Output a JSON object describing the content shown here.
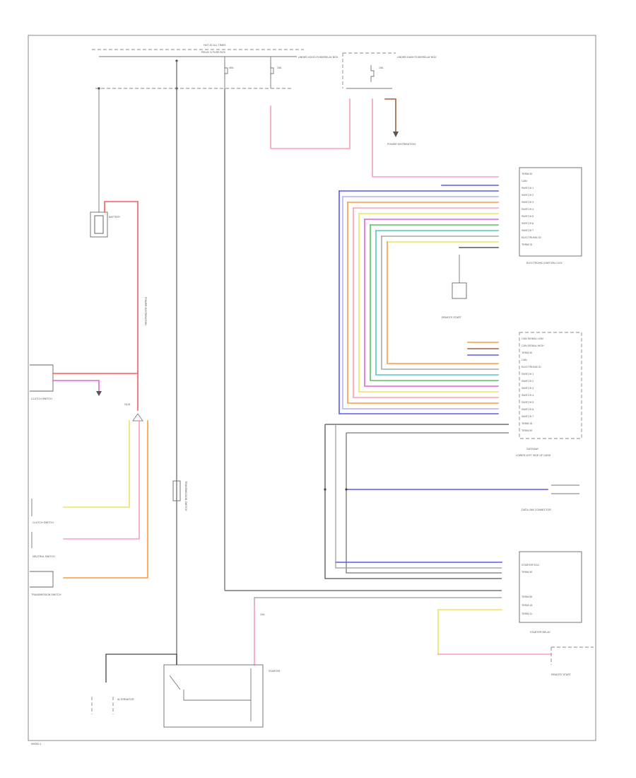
{
  "diagram": {
    "footer_code": "W0000-1",
    "hot_bus_label": "HOT AT ALL TIMES",
    "under_hood_box_label": "RELAY & FUSE BOX",
    "fuse_labels": [
      "40A",
      "10A",
      "15A",
      "10A"
    ],
    "relay_box_label": "UNDER-HOOD FUSE/RELAY BOX",
    "right_relay_label": "UNDER-DASH FUSE/RELAY BOX",
    "power_dist_label": "POWER DISTRIBUTION",
    "battery_label": "BATTERY",
    "alternator_label": "ALTERNATOR",
    "starter_label": "STARTER",
    "starter_relay_label": "STARTER RELAY",
    "ecm_label": "ELECTRONIC IGNITION LOCK",
    "gateway_label": "GATEWAY",
    "gateway_location": "LOWER LEFT SIDE OF DASH",
    "clutch_switch_label": "CLUTCH SWITCH",
    "neutral_switch_label": "NEUTRAL SWITCH",
    "transmission_label": "TRANSMISSION SWITCH",
    "data_link_label": "DATA LINK CONNECTOR",
    "ground_label": "G101",
    "remote_label": "REMOTE START",
    "ecm_pins": [
      "TERM 30",
      "CAN",
      "SWITCH 1",
      "SWITCH 2",
      "SWITCH 3",
      "SWITCH 4",
      "SWITCH 5",
      "SWITCH 6",
      "SWITCH 7",
      "ELECTRONIC ID",
      "TERM 15"
    ],
    "gateway_pins": [
      "CAN SIGNAL LOW",
      "CAN SIGNAL HIGH",
      "TERM 30",
      "CAN",
      "ELECTRONIC ID",
      "SWITCH 1",
      "SWITCH 2",
      "SWITCH 3",
      "SWITCH 4",
      "SWITCH 5",
      "SWITCH 6",
      "SWITCH 7",
      "TERM 15",
      "TERM 50"
    ],
    "starter_ecu_pins": [
      "STARTER ECU",
      "TERM 30",
      "TERM 50",
      "TERM 15",
      "TERM 31"
    ],
    "wire_colors": {
      "red": "#ff5a5a",
      "pink": "#ff9db0",
      "blue": "#5a5af0",
      "yellow": "#f0e060",
      "orange": "#ff9a40",
      "green": "#60c060",
      "cyan": "#50c8c8",
      "violet": "#e060e0",
      "gray": "#a8a8a8",
      "black": "#555555",
      "brown": "#a06040",
      "lightblue": "#90b0ff"
    }
  }
}
